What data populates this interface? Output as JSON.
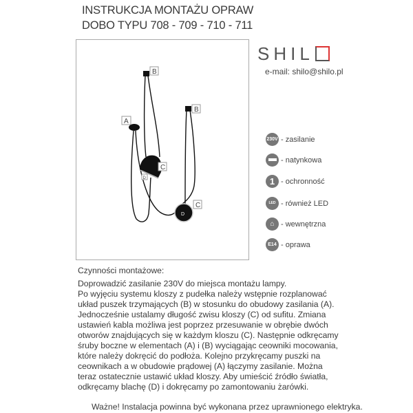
{
  "header": {
    "title_line1": "INSTRUKCJA MONTAŻU OPRAW",
    "title_line2": "DOBO TYPU 708 - 709 - 710 - 711"
  },
  "brand": {
    "logo": "SHILO",
    "email": "e-mail: shilo@shilo.pl",
    "accent": "#d33333"
  },
  "diagram": {
    "labels": {
      "a": "A",
      "b1": "B",
      "b2": "B",
      "c1": "C",
      "c2": "C",
      "d1": "D",
      "d2": "D"
    }
  },
  "legend": [
    {
      "icon": "voltage-230v-icon",
      "glyph": "230V",
      "label": "- zasilanie"
    },
    {
      "icon": "surface-mount-icon",
      "glyph": "",
      "label": "- natynkowa"
    },
    {
      "icon": "protection-class-1-icon",
      "glyph": "1",
      "label": "- ochronność"
    },
    {
      "icon": "led-compatible-icon",
      "glyph": "LED",
      "label": "- również LED"
    },
    {
      "icon": "indoor-icon",
      "glyph": "⌂",
      "label": "- wewnętrzna"
    },
    {
      "icon": "e14-socket-icon",
      "glyph": "E14",
      "label": "- oprawa"
    }
  ],
  "instructions": {
    "heading": "Czynności montażowe:",
    "lines": [
      "Doprowadzić zasilanie 230V do miejsca montażu lampy.",
      "Po wyjęciu systemu kloszy z pudełka należy wstępnie rozplanować",
      "układ puszek trzymających (B) w stosunku do obudowy zasilania (A).",
      "Jednocześnie ustalamy długość zwisu kloszy (C) od sufitu. Zmiana",
      "ustawień kabla możliwa jest poprzez przesuwanie w obrębie dwóch",
      "otworów znajdujących się w każdym kloszu (C). Następnie odkręcamy",
      "śruby boczne w elementach (A) i (B) wyciągając ceowniki mocowania,",
      "które należy dokręcić do podłoża. Kolejno przykręcamy puszki na",
      "ceownikach a w obudowie prądowej (A) łączymy zasilanie. Można",
      "teraz ostatecznie ustawić układ kloszy. Aby umieścić źródło światła,",
      "odkręcamy blachę (D) i dokręcamy po zamontowaniu żarówki."
    ],
    "warning": "Ważne! Instalacja powinna być wykonana przez uprawnionego elektryka."
  }
}
